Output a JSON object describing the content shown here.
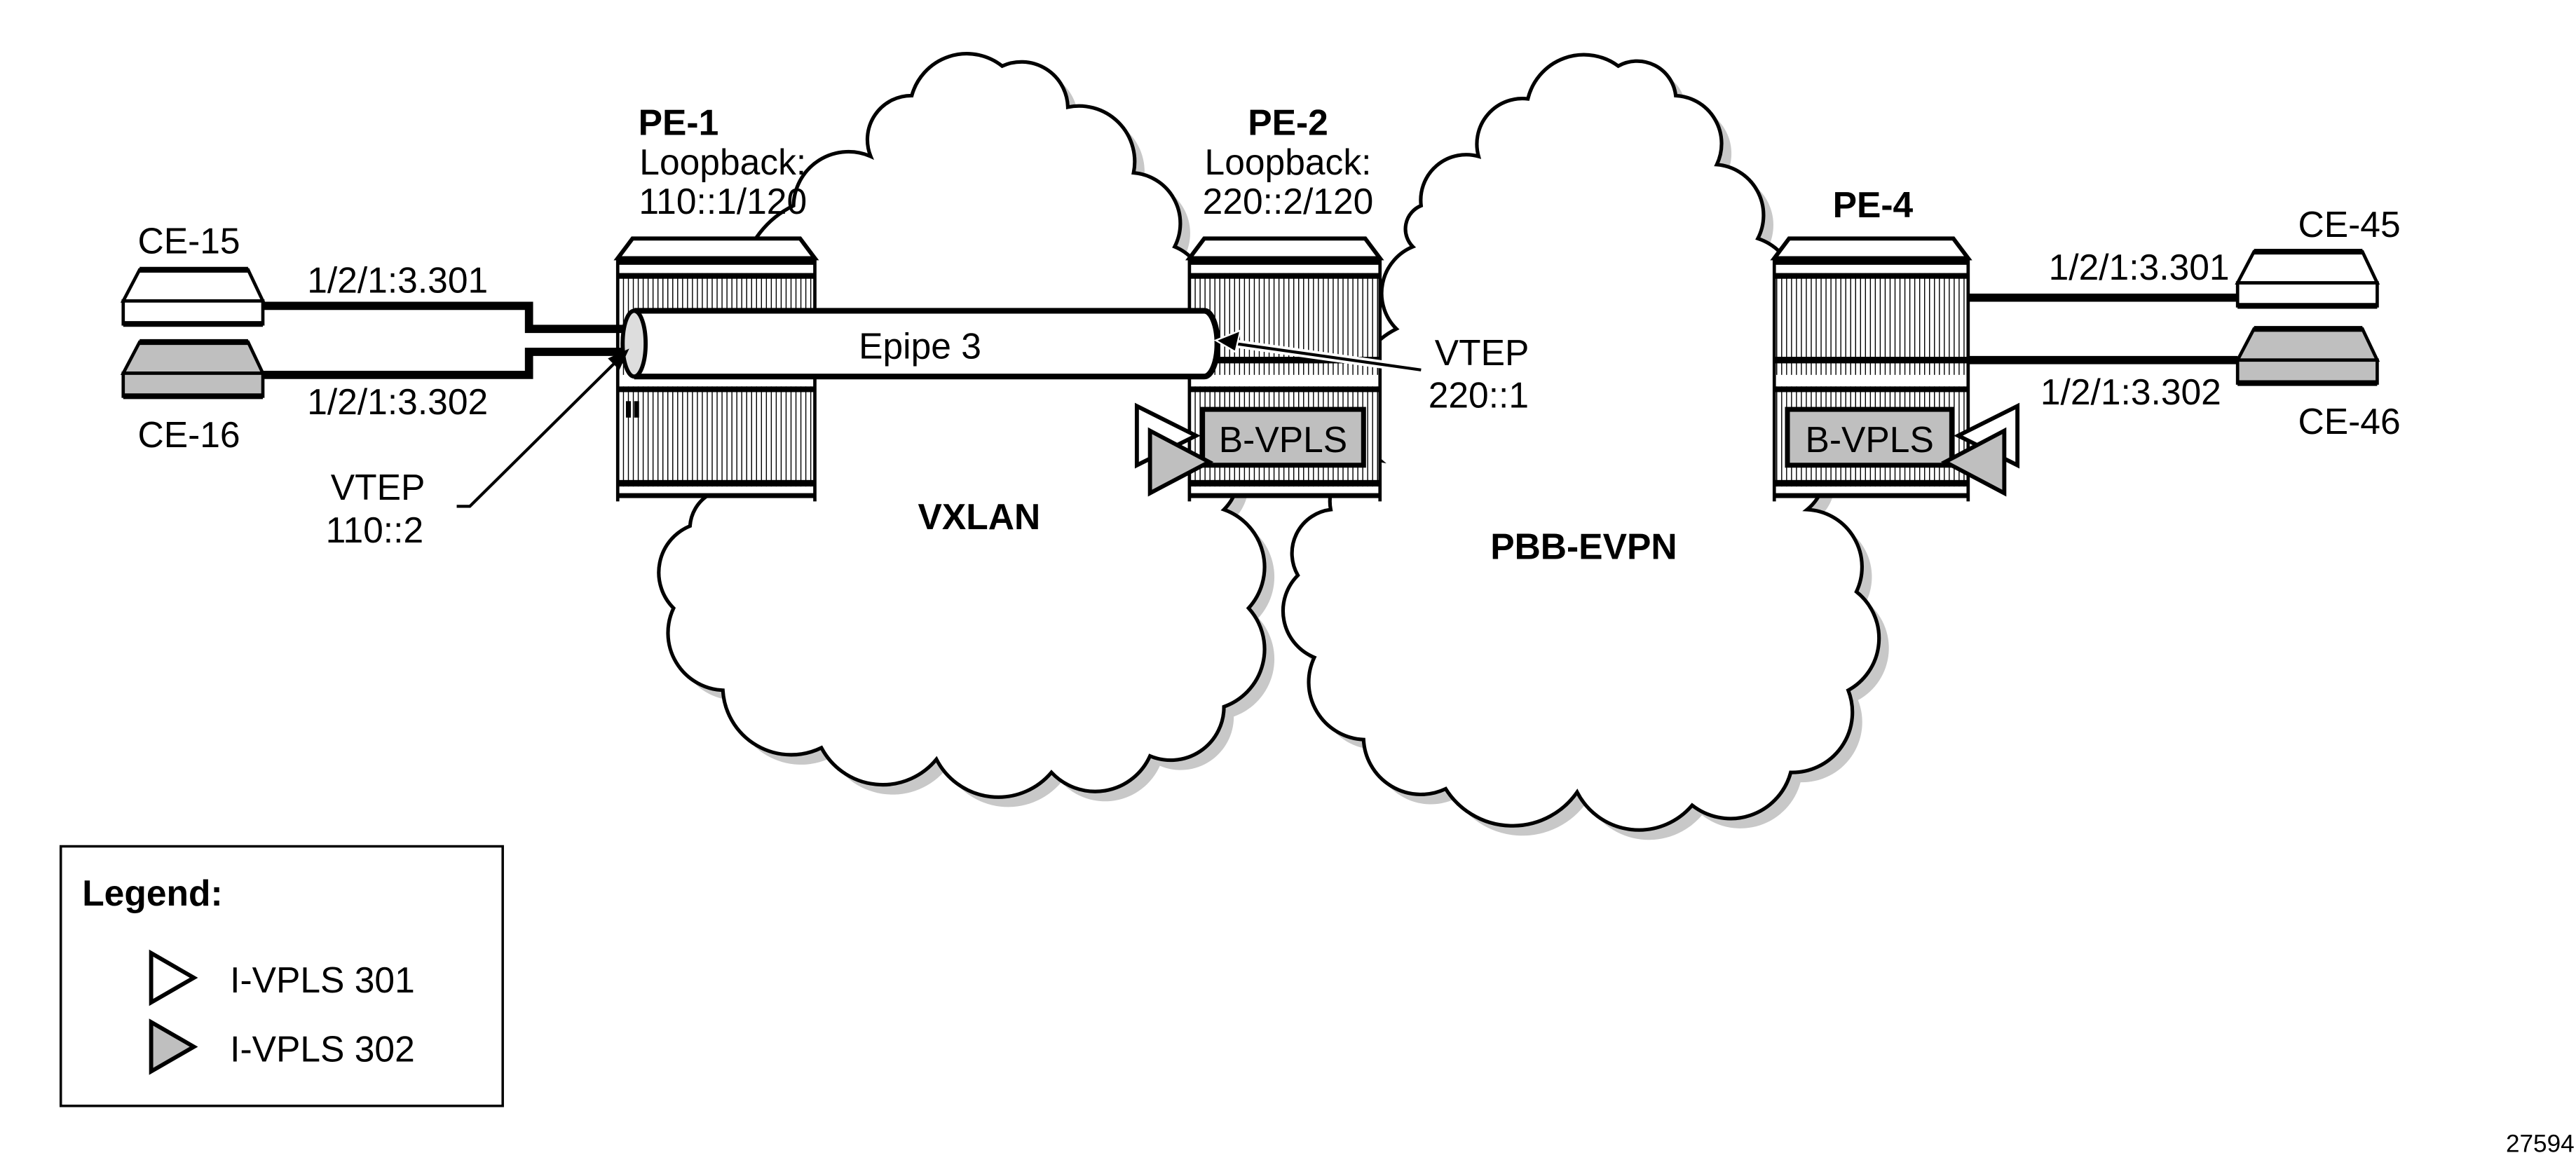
{
  "colors": {
    "line": "#000000",
    "gray_fill": "#bfbfbf",
    "shadow": "#c8c8c8",
    "background": "#ffffff"
  },
  "nodes": {
    "pe1": {
      "name": "PE-1",
      "loopback_label": "Loopback:",
      "loopback": "110::1/120"
    },
    "pe2": {
      "name": "PE-2",
      "loopback_label": "Loopback:",
      "loopback": "220::2/120",
      "service": "B-VPLS"
    },
    "pe4": {
      "name": "PE-4",
      "service": "B-VPLS"
    },
    "ce15": {
      "name": "CE-15",
      "sap": "1/2/1:3.301"
    },
    "ce16": {
      "name": "CE-16",
      "sap": "1/2/1:3.302"
    },
    "ce45": {
      "name": "CE-45",
      "sap": "1/2/1:3.301"
    },
    "ce46": {
      "name": "CE-46",
      "sap": "1/2/1:3.302"
    }
  },
  "epipe": {
    "label": "Epipe 3"
  },
  "vtep_left": {
    "label": "VTEP",
    "address": "110::2"
  },
  "vtep_right": {
    "label": "VTEP",
    "address": "220::1"
  },
  "clouds": {
    "vxlan": "VXLAN",
    "pbb_evpn": "PBB-EVPN"
  },
  "legend": {
    "title": "Legend:",
    "items": [
      {
        "label": "I-VPLS 301",
        "icon": "white-triangle-icon"
      },
      {
        "label": "I-VPLS 302",
        "icon": "gray-triangle-icon"
      }
    ]
  },
  "figure_id": "27594"
}
